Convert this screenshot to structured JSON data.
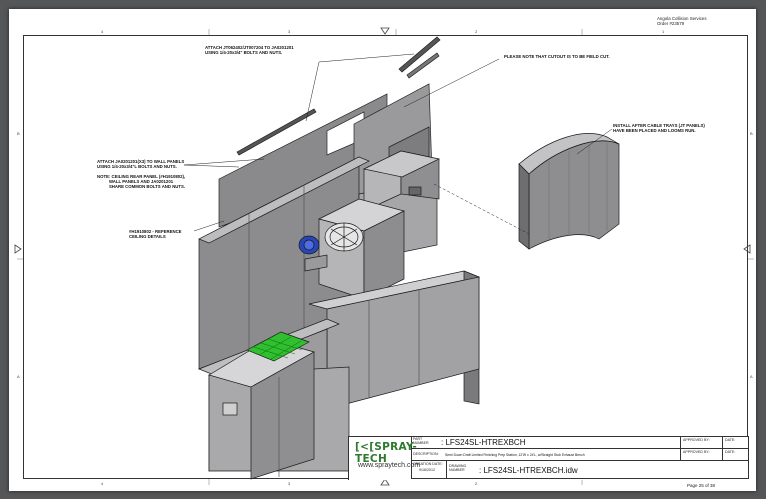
{
  "header": {
    "company": "Angola Collision Services",
    "order": "Order #23579"
  },
  "zones": {
    "top": [
      "4",
      "3",
      "2",
      "1"
    ],
    "side": [
      "B",
      "A"
    ]
  },
  "notes": {
    "attach_top": "ATTACH JT062402/JT007204 TO JA0201201\nUSING 1/4-20x3/4\" BOLTS AND NUTS.",
    "cutout": "PLEASE NOTE THAT CUTOUT IS TO BE FIELD CUT.",
    "install_after": "INSTALL AFTER CABLE TRAYS (JT PANELS)\nHAVE BEEN PLACED AND LOOMS RUN.",
    "attach_wall": "ATTACH JA0201201(X3) TO WALL PANELS\nUSING 1/4-20x3/4\"L BOLTS AND NUTS.",
    "ceiling_note": "NOTE: CEILING REAR PANEL (#H1910802),\n          WALL PANELS AND JA0201201\n          SHARE COMMON BOLTS AND NUTS.",
    "reference": "#H1910802 - REFERENCE\nCEILING DETAILS"
  },
  "title_block": {
    "brand": "[<[SPRAY-TECH",
    "website": "www.spraytech.com",
    "part_label": "PART\nNUMBER",
    "part_number": ": LFS24SL-HTREXBCH",
    "description_label": "DESCRIPTION:",
    "description": "Semi Down Draft Limited Finishing Prep Station, 12'W x 24'L, w/Straight Stub Exhaust Bench",
    "creation_label": "CREATION DATE:",
    "creation_date": "9/16/2012",
    "drawing_label": "DRAWING\nNUMBER",
    "drawing_number": ": LFS24SL-HTREXBCH.idw",
    "approved_label": "APPROVED BY:",
    "date_label": "DATE:"
  },
  "page": "Page 25 of 38"
}
